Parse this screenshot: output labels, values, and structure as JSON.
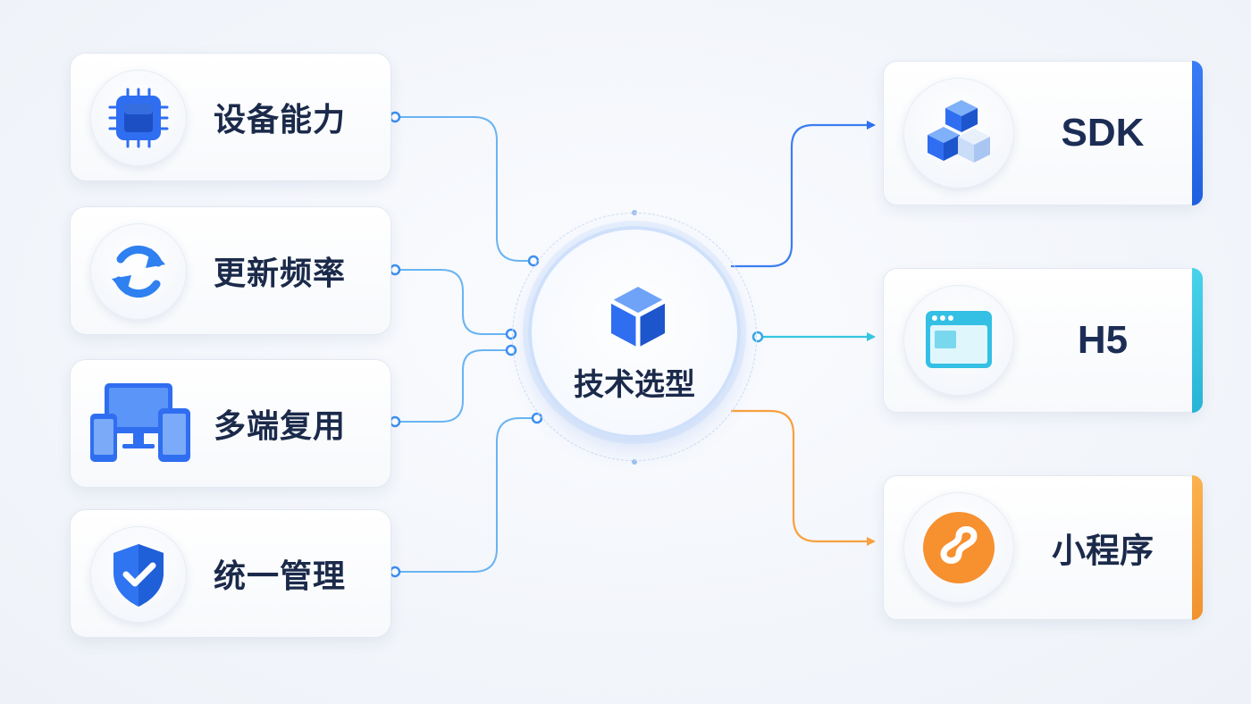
{
  "hub": {
    "label": "技术选型",
    "icon": "cube-icon",
    "ring_color": "#cfe0fb"
  },
  "factors": [
    {
      "label": "设备能力",
      "icon": "chip-icon"
    },
    {
      "label": "更新频率",
      "icon": "refresh-icon"
    },
    {
      "label": "多端复用",
      "icon": "multi-device-icon"
    },
    {
      "label": "统一管理",
      "icon": "shield-check-icon"
    }
  ],
  "options": [
    {
      "label": "SDK",
      "icon": "blocks-icon",
      "accent": "#2f6ef0"
    },
    {
      "label": "H5",
      "icon": "browser-window-icon",
      "accent": "#35c5e0"
    },
    {
      "label": "小程序",
      "icon": "mini-program-icon",
      "accent": "#f7a13f"
    }
  ],
  "colors": {
    "primary_blue": "#2f6ef0",
    "connector_blue": "#5aaef0",
    "cyan": "#35c5e0",
    "orange": "#f7a13f",
    "text_dark": "#1b2a4a"
  }
}
